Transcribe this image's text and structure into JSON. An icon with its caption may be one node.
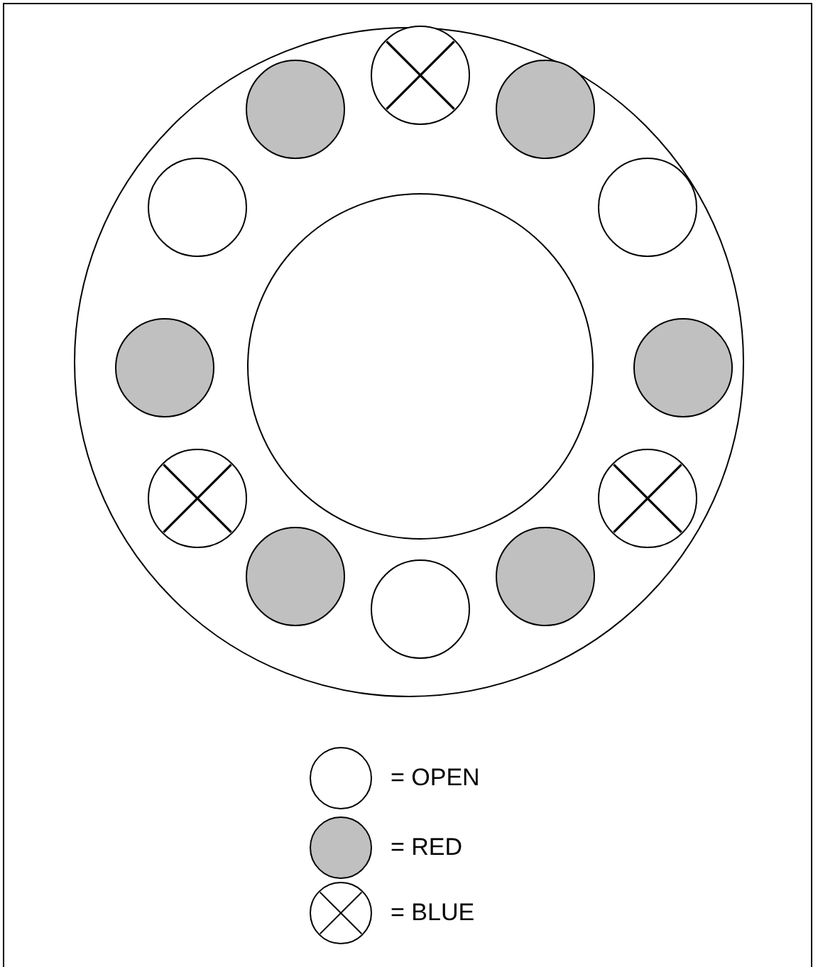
{
  "diagram": {
    "nodes": [
      {
        "text": [],
        "shape": "circle"
      },
      {
        "text": [],
        "shape": "circle",
        "in": 0
      },
      {
        "text": [],
        "shape": "circle",
        "in": 0
      },
      {
        "text": [],
        "shape": "circle",
        "in": 0
      },
      {
        "text": [],
        "shape": "circle",
        "in": 0
      },
      {
        "text": [],
        "shape": "circle",
        "in": 0
      },
      {
        "text": [],
        "shape": "circle",
        "in": 0
      },
      {
        "text": [],
        "shape": "circle",
        "in": 0
      },
      {
        "text": [],
        "shape": "circle",
        "in": 0
      },
      {
        "text": [],
        "shape": "circle",
        "in": 0
      },
      {
        "text": [],
        "shape": "circle",
        "in": 0
      },
      {
        "text": [],
        "shape": "circle",
        "in": 0
      },
      {
        "text": [],
        "shape": "circle",
        "in": 0
      },
      {
        "text": [],
        "shape": "circle",
        "in": 0
      }
    ],
    "legend": [
      {
        "text": "= OPEN"
      },
      {
        "text": "= RED",
        "color": "#c0c0c0"
      },
      {
        "text": "= BLUE"
      }
    ]
  }
}
